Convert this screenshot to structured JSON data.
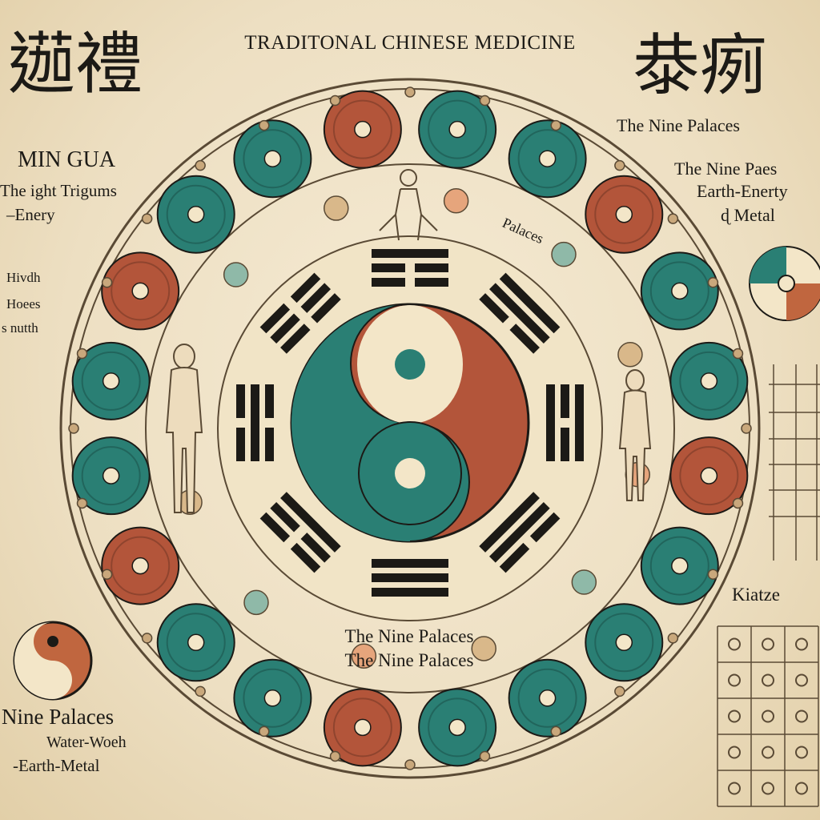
{
  "title": "TRADITONAL CHINESE MEDICINE",
  "header_glyphs": {
    "left": "𨔽禮",
    "right": "㳟㾐"
  },
  "left_panel": {
    "heading": "MIN GUA",
    "line1": "The ight Trigums",
    "line2": "–Enery",
    "notes": [
      "Hivdh",
      "Hoees",
      "s nutth"
    ]
  },
  "right_panel": {
    "heading": "The Nine Palaces",
    "line1": "The Nine Paes",
    "line2": "Earth-Enerty",
    "line3": "ɖ Metal",
    "kiatze": "Kiatze"
  },
  "inner_label": "Palaces",
  "center_caption": [
    "The Nine Palaces",
    "The Nine Palaces"
  ],
  "bottom_left": {
    "heading": "Nine Palaces",
    "line1": "Water-Woeh",
    "line2": "-Earth-Metal"
  },
  "colors": {
    "teal": "#2a7f74",
    "red": "#b3553a",
    "cream": "#f3e6c8",
    "ink": "#1c1a16"
  },
  "medallion_colors": [
    "teal",
    "teal",
    "red",
    "teal",
    "teal",
    "red",
    "teal",
    "teal",
    "teal",
    "teal",
    "red",
    "teal",
    "teal",
    "red",
    "teal",
    "teal",
    "red",
    "teal",
    "teal",
    "red"
  ],
  "trigrams": [
    [
      1,
      0,
      0
    ],
    [
      1,
      1,
      0
    ],
    [
      1,
      0,
      1
    ],
    [
      0,
      1,
      1
    ],
    [
      1,
      1,
      1
    ],
    [
      0,
      0,
      1
    ],
    [
      0,
      1,
      0
    ],
    [
      0,
      0,
      0
    ]
  ],
  "grid": {
    "rows": 5,
    "cols": 3
  }
}
